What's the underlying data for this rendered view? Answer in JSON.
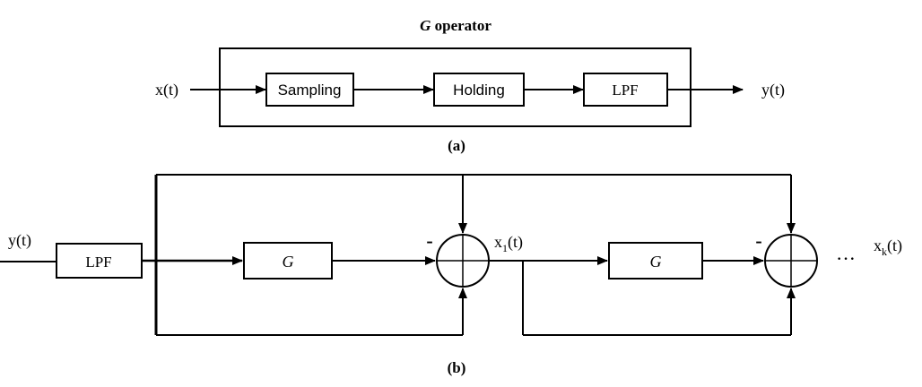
{
  "panel_a": {
    "title_italic": "G",
    "title_rest": " operator",
    "input": "x(t)",
    "output": "y(t)",
    "blocks": {
      "sampling": "Sampling",
      "holding": "Holding",
      "lpf": "LPF"
    },
    "caption": "(a)"
  },
  "panel_b": {
    "input": "y(t)",
    "lpf": "LPF",
    "g1": "G",
    "g2": "G",
    "minus1": "-",
    "minus2": "-",
    "x1_main": "x",
    "x1_sub": "1",
    "x1_tail": "(t)",
    "ellipsis": "···",
    "xk_main": "x",
    "xk_sub": "k",
    "xk_tail": "(t)",
    "caption": "(b)"
  }
}
